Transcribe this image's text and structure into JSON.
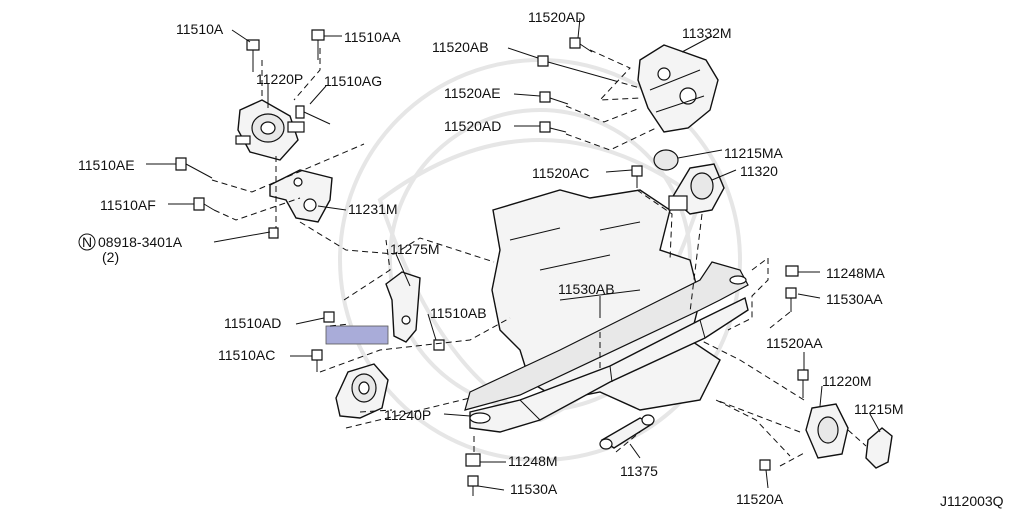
{
  "diagram": {
    "part_labels": {
      "p11510A": "11510A",
      "p11510AA": "11510AA",
      "p11220P": "11220P",
      "p11510AG": "11510AG",
      "p11510AE": "11510AE",
      "p11510AF": "11510AF",
      "p11231M": "11231M",
      "p08918": "08918-3401A",
      "p08918_qty": "(2)",
      "p08918_prefix": "N",
      "p11275M": "11275M",
      "p11510AD": "11510AD",
      "p11510AB": "11510AB",
      "p11510AC": "11510AC",
      "p11240P": "11240P",
      "p11248M": "11248M",
      "p11530A": "11530A",
      "p11375": "11375",
      "p11530AB": "11530AB",
      "p11520AD": "11520AD",
      "p11520AB": "11520AB",
      "p11332M": "11332M",
      "p11520AE": "11520AE",
      "p11520AD2": "11520AD",
      "p11215MA": "11215MA",
      "p11520AC": "11520AC",
      "p11320": "11320",
      "p11248MA": "11248MA",
      "p11530AA": "11530AA",
      "p11520AA": "11520AA",
      "p11220M": "11220M",
      "p11215M": "11215M",
      "p11520A": "11520A"
    },
    "diagram_code": "J112003Q",
    "highlight_color": "#a9acd9",
    "line_color": "#111111"
  }
}
